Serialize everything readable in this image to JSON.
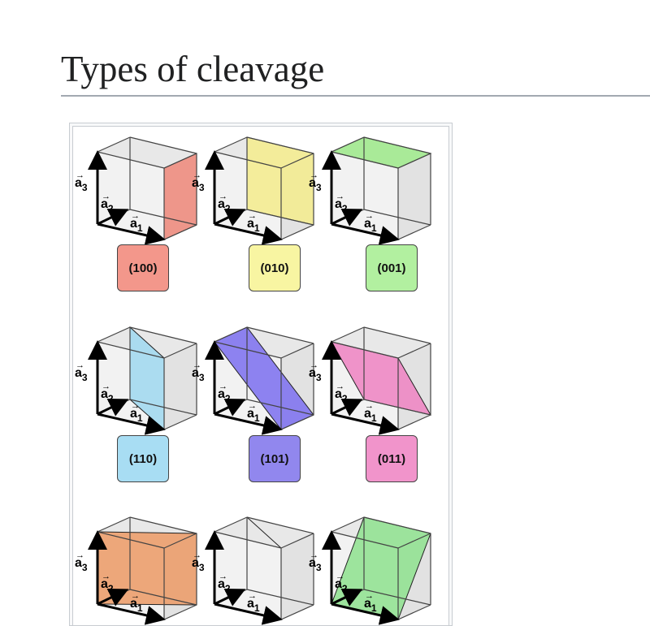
{
  "page": {
    "heading": "Types of cleavage"
  },
  "figure": {
    "axis_labels": {
      "a1": "a",
      "a1_sub": "1",
      "a2": "a",
      "a2_sub": "2",
      "a3": "a",
      "a3_sub": "3"
    },
    "cells": [
      {
        "label": "(100)",
        "color": "#f0887a",
        "label_color": "#f3978b"
      },
      {
        "label": "(010)",
        "color": "#f4ec8c",
        "label_color": "#f8f5a2"
      },
      {
        "label": "(001)",
        "color": "#9eea8a",
        "label_color": "#b2f0a0"
      },
      {
        "label": "(110)",
        "color": "#9fd8f0",
        "label_color": "#a8ddf3"
      },
      {
        "label": "(101)",
        "color": "#7b6ef0",
        "label_color": "#9187ee"
      },
      {
        "label": "(011)",
        "color": "#ef82c2",
        "label_color": "#f194cb"
      },
      {
        "label": "",
        "color": "#ec9a65",
        "label_color": "#ec9a65"
      },
      {
        "label": "",
        "color": "#c8c87a",
        "label_color": "#c8c87a"
      },
      {
        "label": "",
        "color": "#8ee28e",
        "label_color": "#8ee28e"
      }
    ]
  }
}
